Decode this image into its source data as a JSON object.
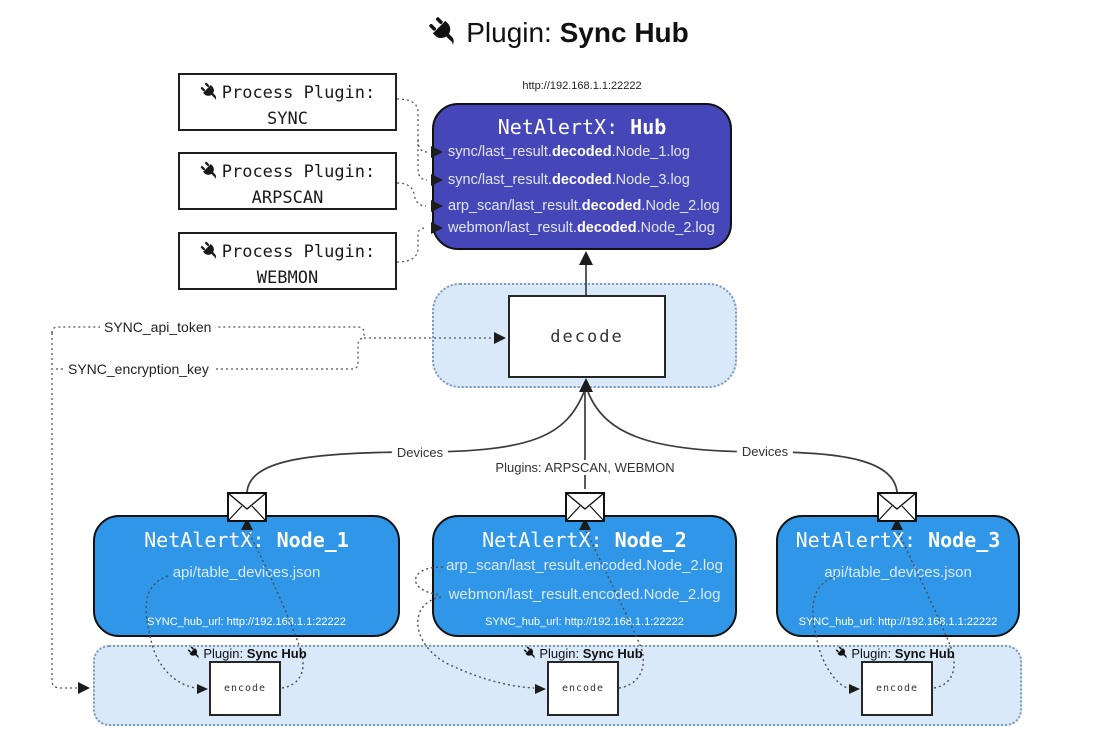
{
  "title": {
    "prefix": "Plugin: ",
    "name": "Sync Hub"
  },
  "process_plugins": [
    {
      "label": "Process Plugin:",
      "name": "SYNC"
    },
    {
      "label": "Process Plugin:",
      "name": "ARPSCAN"
    },
    {
      "label": "Process Plugin:",
      "name": "WEBMON"
    }
  ],
  "hub": {
    "url": "http://192.168.1.1:22222",
    "title_prefix": "NetAlertX: ",
    "title_name": "Hub",
    "logs": [
      {
        "pre": "sync/last_result.",
        "bold": "decoded",
        "post": ".Node_1.log"
      },
      {
        "pre": "sync/last_result.",
        "bold": "decoded",
        "post": ".Node_3.log"
      },
      {
        "pre": "arp_scan/last_result.",
        "bold": "decoded",
        "post": ".Node_2.log"
      },
      {
        "pre": "webmon/last_result.",
        "bold": "decoded",
        "post": ".Node_2.log"
      }
    ]
  },
  "decode": {
    "label": "decode"
  },
  "settings": {
    "api_token": "SYNC_api_token",
    "encryption_key": "SYNC_encryption_key"
  },
  "edges": {
    "devices_left": "Devices",
    "plugins_mid": "Plugins: ARPSCAN, WEBMON",
    "devices_right": "Devices"
  },
  "nodes": [
    {
      "title_prefix": "NetAlertX: ",
      "title_name": "Node_1",
      "lines": [
        "api/table_devices.json"
      ],
      "hub_url": "SYNC_hub_url: http://192.168.1.1:22222"
    },
    {
      "title_prefix": "NetAlertX: ",
      "title_name": "Node_2",
      "lines": [
        "arp_scan/last_result.encoded.Node_2.log",
        "webmon/last_result.encoded.Node_2.log"
      ],
      "hub_url": "SYNC_hub_url: http://192.168.1.1:22222"
    },
    {
      "title_prefix": "NetAlertX: ",
      "title_name": "Node_3",
      "lines": [
        "api/table_devices.json"
      ],
      "hub_url": "SYNC_hub_url: http://192.168.1.1:22222"
    }
  ],
  "encode": {
    "label": "encode",
    "plugin_prefix": "Plugin: ",
    "plugin_name": "Sync Hub"
  },
  "colors": {
    "hub_fill": "#4547b8",
    "node_fill": "#2f96e8",
    "container_fill": "#d9e9fa",
    "container_border": "#7d99b8",
    "line": "#3c3c3c"
  }
}
